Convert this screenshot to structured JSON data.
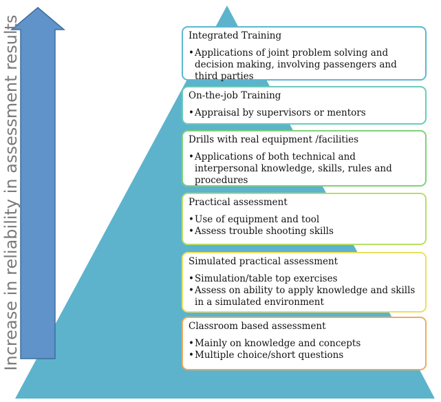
{
  "axis_label": "Increase in reliability in assessment results",
  "colors": {
    "pyramid": "#5db3cc",
    "arrow": "#5f93c9",
    "arrow_stroke": "#3f6e9e"
  },
  "levels": [
    {
      "title": "Integrated Training",
      "bullets": [
        "Applications of joint problem solving and decision making, involving passengers and third parties"
      ],
      "color": "#5bb7cf"
    },
    {
      "title": "On-the-job Training",
      "bullets": [
        "Appraisal by supervisors or mentors"
      ],
      "color": "#67cbb8"
    },
    {
      "title": "Drills with real equipment /facilities",
      "bullets": [
        "Applications of both technical and interpersonal knowledge, skills, rules and procedures"
      ],
      "color": "#7fd17a"
    },
    {
      "title": "Practical assessment",
      "bullets": [
        "Use of equipment and tool",
        "Assess trouble shooting skills"
      ],
      "color": "#b7df63"
    },
    {
      "title": "Simulated practical assessment",
      "bullets": [
        "Simulation/table top exercises",
        "Assess on ability to apply knowledge and skills in a simulated environment"
      ],
      "color": "#eadf5e"
    },
    {
      "title": "Classroom based assessment",
      "bullets": [
        "Mainly on knowledge and concepts",
        "Multiple choice/short questions"
      ],
      "color": "#eeaa5c"
    }
  ]
}
